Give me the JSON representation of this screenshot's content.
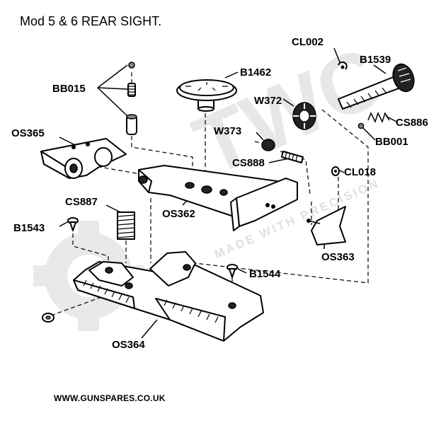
{
  "title": "Mod 5 & 6 REAR SIGHT.",
  "footer": "WWW.GUNSPARES.CO.UK",
  "watermark": {
    "logo": "TWC",
    "tagline": "MADE WITH PRECISION",
    "color": "#d4d4d4"
  },
  "labels": {
    "CL002": "CL002",
    "B1539": "B1539",
    "B1462": "B1462",
    "BB015": "BB015",
    "W372": "W372",
    "CS886": "CS886",
    "OS365": "OS365",
    "W373": "W373",
    "BB001": "BB001",
    "CS888": "CS888",
    "CL018": "CL018",
    "OS362": "OS362",
    "CS887": "CS887",
    "B1543": "B1543",
    "OS363": "OS363",
    "B1544": "B1544",
    "OS364": "OS364"
  }
}
